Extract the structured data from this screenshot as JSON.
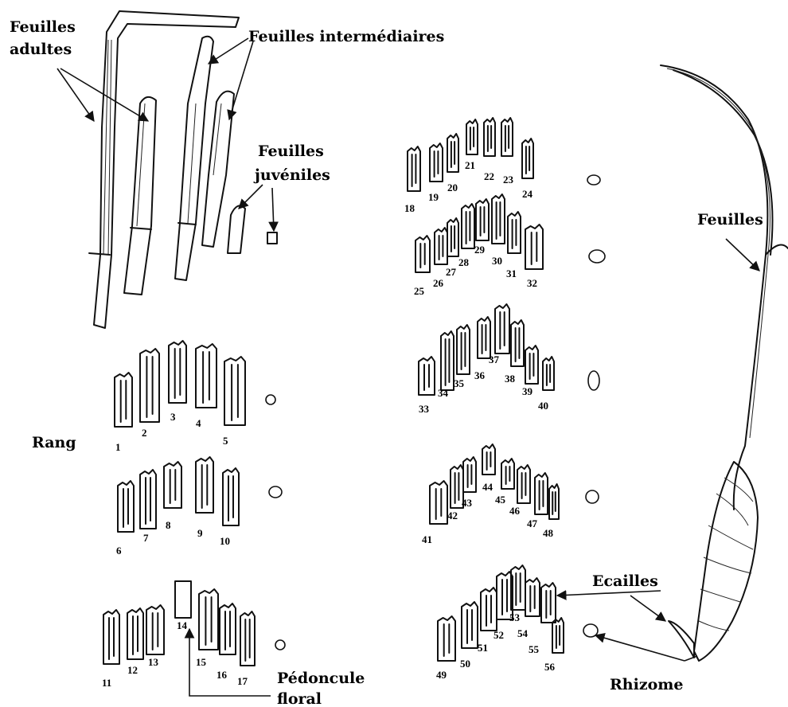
{
  "labels": {
    "adult_line1": "Feuilles",
    "adult_line2": "adultes",
    "intermediate": "Feuilles intermédiaires",
    "juvenile_line1": "Feuilles",
    "juvenile_line2": "juvéniles",
    "rang": "Rang",
    "peduncle_line1": "Pédoncule",
    "peduncle_line2": "floral",
    "leaves": "Feuilles",
    "scales": "Ecailles",
    "rhizome": "Rhizome"
  },
  "scale_numbers": [
    "1",
    "2",
    "3",
    "4",
    "5",
    "6",
    "7",
    "8",
    "9",
    "10",
    "11",
    "12",
    "13",
    "14",
    "15",
    "16",
    "17",
    "18",
    "19",
    "20",
    "21",
    "22",
    "23",
    "24",
    "25",
    "26",
    "27",
    "28",
    "29",
    "30",
    "31",
    "32",
    "33",
    "34",
    "35",
    "36",
    "37",
    "38",
    "39",
    "40",
    "41",
    "42",
    "43",
    "44",
    "45",
    "46",
    "47",
    "48",
    "49",
    "50",
    "51",
    "52",
    "53",
    "54",
    "55",
    "56"
  ]
}
